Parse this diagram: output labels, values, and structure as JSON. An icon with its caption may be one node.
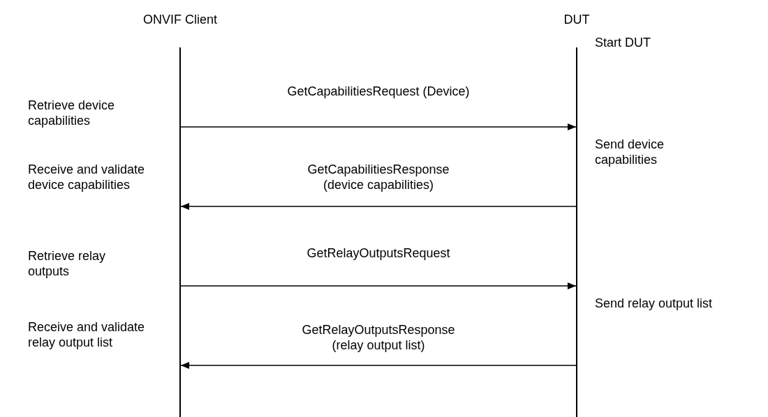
{
  "diagram": {
    "nodes": [
      {
        "text": [
          "ONVIF Client"
        ]
      },
      {
        "text": [
          "DUT"
        ]
      }
    ],
    "edges": [
      {
        "from": 0,
        "to": 1,
        "arrow": "to",
        "label": "GetCapabilitiesRequest (Device)"
      },
      {
        "from": 1,
        "to": 0,
        "arrow": "to",
        "label": "GetCapabilitiesResponse (device capabilities)"
      },
      {
        "from": 0,
        "to": 1,
        "arrow": "to",
        "label": "GetRelayOutputsRequest"
      },
      {
        "from": 1,
        "to": 0,
        "arrow": "to",
        "label": "GetRelayOutputsResponse (relay output list)"
      }
    ],
    "labels": [
      "Start DUT",
      "Retrieve device capabilities",
      "Send device capabilities",
      "Receive and validate device capabilities",
      "Retrieve relay outputs",
      "Send relay output list",
      "Receive and validate relay output list"
    ]
  }
}
